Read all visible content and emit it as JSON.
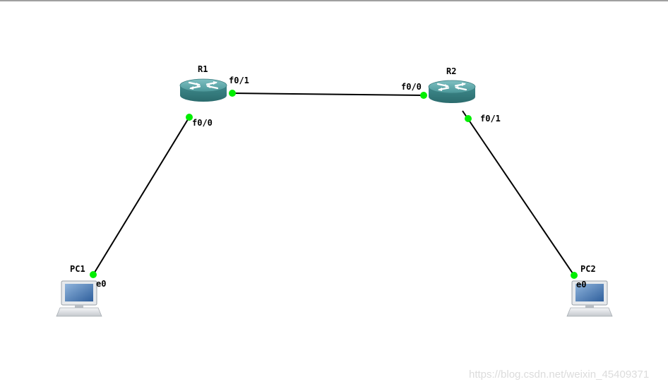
{
  "colors": {
    "link": "#000000",
    "port": "#00ee00",
    "router_top": "#5aa3a5",
    "router_side": "#3d8587",
    "monitor_frame": "#d8dce0",
    "screen": "#3f6ea8"
  },
  "icons": {
    "router": "router-icon",
    "pc": "desktop-pc-icon"
  },
  "nodes": {
    "r1": {
      "name": "R1"
    },
    "r2": {
      "name": "R2"
    },
    "pc1": {
      "name": "PC1"
    },
    "pc2": {
      "name": "PC2"
    }
  },
  "ports": {
    "r1_f01": "f0/1",
    "r1_f00": "f0/0",
    "r2_f00": "f0/0",
    "r2_f01": "f0/1",
    "pc1_e0": "e0",
    "pc2_e0": "e0"
  },
  "links": [
    {
      "from": "R1 f0/1",
      "to": "R2 f0/0"
    },
    {
      "from": "R1 f0/0",
      "to": "PC1 e0"
    },
    {
      "from": "R2 f0/1",
      "to": "PC2 e0"
    }
  ],
  "watermark": "https://blog.csdn.net/weixin_45409371"
}
